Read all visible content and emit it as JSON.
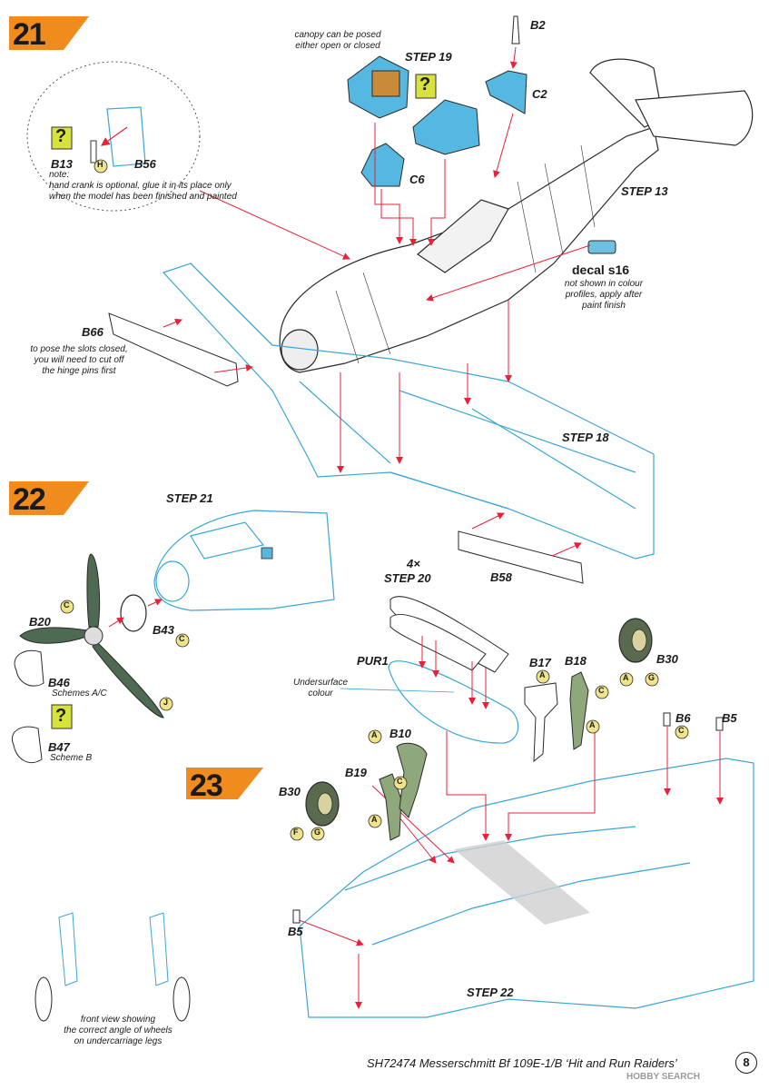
{
  "steps": {
    "s21": "21",
    "s22": "22",
    "s23": "23"
  },
  "step_refs": {
    "step19": "STEP 19",
    "step13": "STEP 13",
    "step18": "STEP 18",
    "step21": "STEP 21",
    "step20_count": "4×",
    "step20": "STEP 20",
    "step22": "STEP 22"
  },
  "parts": {
    "b2": "B2",
    "c2": "C2",
    "c6": "C6",
    "b13": "B13",
    "b56": "B56",
    "b66": "B66",
    "b58": "B58",
    "b20": "B20",
    "b43": "B43",
    "b46": "B46",
    "b47": "B47",
    "pur1": "PUR1",
    "b17": "B17",
    "b18": "B18",
    "b30_right": "B30",
    "b6": "B6",
    "b5_right": "B5",
    "b10": "B10",
    "b19": "B19",
    "b30_left": "B30",
    "b5_left": "B5"
  },
  "glue_codes": {
    "h": "H",
    "c": "C",
    "j": "J",
    "a": "A",
    "g": "G",
    "f": "F"
  },
  "question_mark": "?",
  "notes": {
    "canopy_1": "canopy can be posed",
    "canopy_2": "either open or closed",
    "crank_1": "note:",
    "crank_2": "hand crank is optional, glue it in its place only",
    "crank_3": "when the model has been finished and painted",
    "decal_title": "decal s16",
    "decal_1": "not shown in colour",
    "decal_2": "profiles, apply after",
    "decal_3": "paint finish",
    "slots_1": "to pose the slots closed,",
    "slots_2": "you will need to cut off",
    "slots_3": "the hinge pins first",
    "schemes_ac": "Schemes A/C",
    "scheme_b": "Scheme B",
    "undersurface_1": "Undersurface",
    "undersurface_2": "colour",
    "front_1": "front view showing",
    "front_2": "the correct angle of wheels",
    "front_3": "on undercarriage legs"
  },
  "footer": {
    "title": "SH72474 Messerschmitt Bf 109E-1/B ‘Hit and Run Raiders’",
    "page": "8"
  },
  "watermark": "HOBBY SEARCH",
  "colors": {
    "step_flag": "#f08c1e",
    "line_blue": "#3aa6d8",
    "fill_blue": "#55b8e0",
    "part_green": "#4e6a52",
    "help_yellow": "#d8e23c",
    "arrow_red": "#e8203a",
    "glue_yellow": "#efe48a",
    "outline": "#2a2a2a"
  }
}
